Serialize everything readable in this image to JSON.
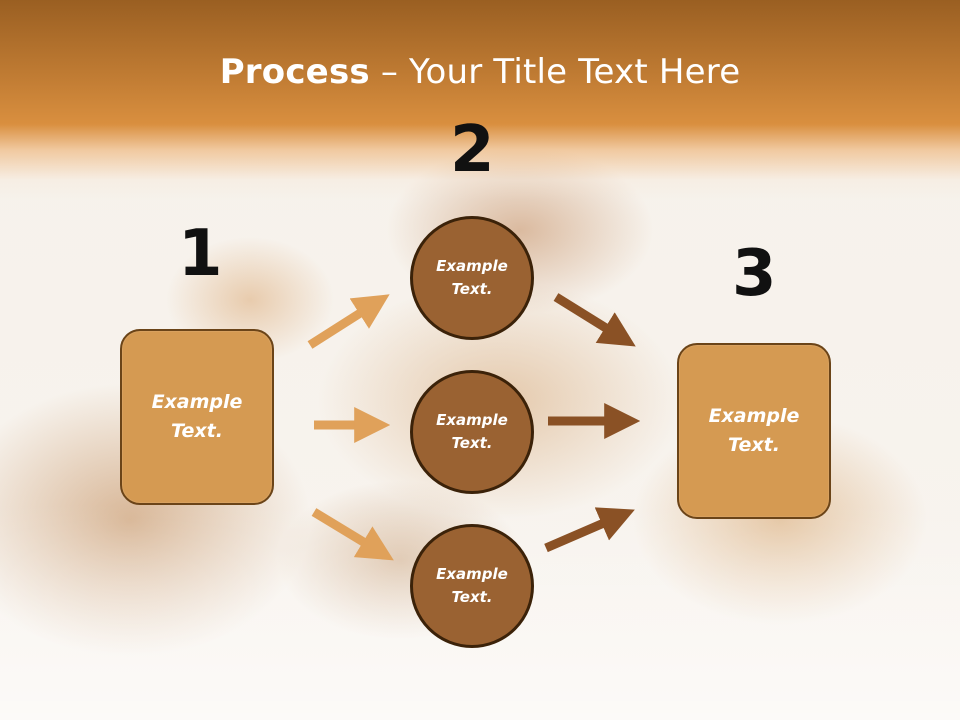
{
  "title": {
    "bold": "Process",
    "rest": " – Your Title Text Here"
  },
  "steps": [
    {
      "number": "1"
    },
    {
      "number": "2"
    },
    {
      "number": "3"
    }
  ],
  "left_box": {
    "text": "Example Text."
  },
  "right_box": {
    "text": "Example Text."
  },
  "circles": [
    {
      "text": "Example Text."
    },
    {
      "text": "Example Text."
    },
    {
      "text": "Example Text."
    }
  ],
  "colors": {
    "header": "#c27d34",
    "box_fill": "#d59a52",
    "box_border": "#6b4418",
    "circle_fill": "#9a6232",
    "circle_border": "#3b2209",
    "arrow_light": "#e0a15a",
    "arrow_dark": "#8a5125"
  }
}
